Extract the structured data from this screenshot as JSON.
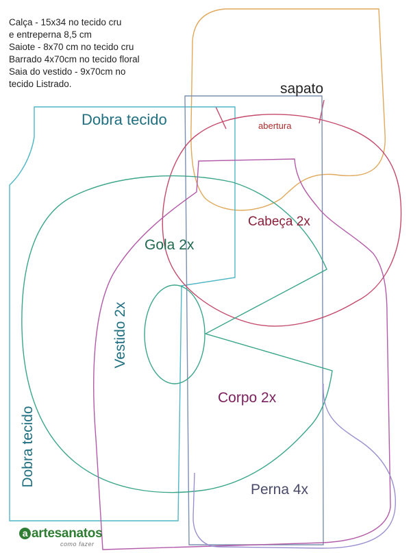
{
  "notes": [
    "Calça - 15x34 no tecido cru",
    "e entreperna 8,5 cm",
    "Saiote - 8x70 cm no tecido cru",
    "Barrado 4x70cm no tecido floral",
    "Saia do vestido - 9x70cm no",
    "tecido Listrado."
  ],
  "labels": {
    "sapato": "sapato",
    "dobra_tecido_top": "Dobra tecido",
    "abertura": "abertura",
    "cabeca": "Cabeça 2x",
    "gola": "Gola 2x",
    "vestido": "Vestido 2x",
    "corpo": "Corpo 2x",
    "dobra_tecido_side": "Dobra tecido",
    "perna": "Perna 4x"
  },
  "colors": {
    "sapato": "#e0a85a",
    "vestido": "#4fb6c6",
    "cabeca": "#c4486a",
    "gola": "#3aa58a",
    "corpo": "#b25aa8",
    "perna": "#9a8fd0",
    "text_teal": "#1f6f80",
    "text_green": "#1f6a4e",
    "text_purple": "#7a1f5c",
    "text_red": "#b02a2a"
  },
  "logo": {
    "brand": "artesanatos",
    "tagline": "como fazer"
  }
}
